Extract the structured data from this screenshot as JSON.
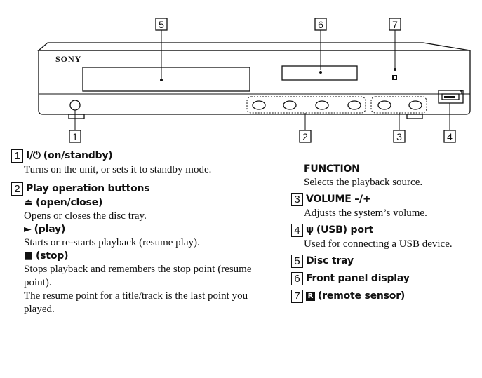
{
  "device": {
    "brand": "SONY"
  },
  "callouts": [
    "1",
    "2",
    "3",
    "4",
    "5",
    "6",
    "7"
  ],
  "items": {
    "i1": {
      "num": "1",
      "symbol": "I/⏻",
      "title": "(on/standby)",
      "desc": "Turns on the unit, or sets it to standby mode."
    },
    "i2": {
      "num": "2",
      "title": "Play operation buttons",
      "open_symbol": "⏏",
      "open_title": "(open/close)",
      "open_desc": "Opens or closes the disc tray.",
      "play_symbol": "►",
      "play_title": "(play)",
      "play_desc": "Starts or re-starts playback (resume play).",
      "stop_symbol": "■",
      "stop_title": "(stop)",
      "stop_desc": "Stops playback and remembers the stop point (resume point).",
      "stop_desc2": "The resume point for a title/track is the last point you played.",
      "function_title": "FUNCTION",
      "function_desc": "Selects the playback source."
    },
    "i3": {
      "num": "3",
      "title": "VOLUME –/+",
      "desc": "Adjusts the system’s volume."
    },
    "i4": {
      "num": "4",
      "symbol": "ψ",
      "title": "(USB) port",
      "desc": "Used for connecting a USB device."
    },
    "i5": {
      "num": "5",
      "title": "Disc tray"
    },
    "i6": {
      "num": "6",
      "title": "Front panel display"
    },
    "i7": {
      "num": "7",
      "symbol": "R",
      "title": "(remote sensor)"
    }
  }
}
